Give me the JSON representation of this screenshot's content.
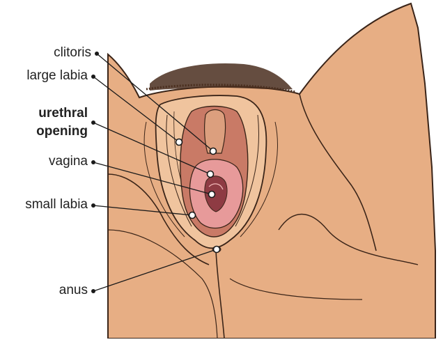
{
  "labels": {
    "clitoris": "clitoris",
    "large_labia": "large labia",
    "urethral_opening_line1": "urethral",
    "urethral_opening_line2": "opening",
    "vagina": "vagina",
    "small_labia": "small labia",
    "anus": "anus"
  },
  "colors": {
    "skin": "#E7AE84",
    "skin_light": "#F0C49E",
    "outline": "#3A2418",
    "inner": "#C97A66",
    "pink": "#E79A9A",
    "deep": "#8E3B43",
    "hair": "#4A2E1E",
    "leader": "#1A1A1A"
  }
}
